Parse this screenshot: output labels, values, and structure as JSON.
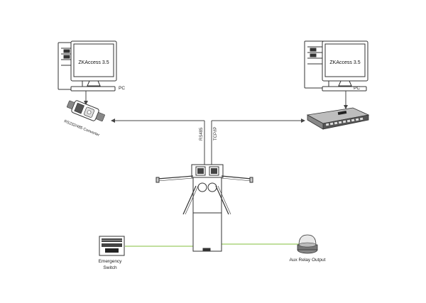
{
  "left_pc": {
    "screen_text": "ZKAccess 3.5",
    "label": "PC"
  },
  "right_pc": {
    "screen_text": "ZKAccess 3.5",
    "label": "PC"
  },
  "converter": {
    "label": "RS232/485 Converter"
  },
  "links": {
    "left_vertical": "RS485",
    "right_vertical": "TCP/IP"
  },
  "emergency": {
    "line1": "Emergency",
    "line2": "Switch"
  },
  "relay": {
    "label": "Aux Relay Output"
  },
  "colors": {
    "line": "#333333",
    "aux_line": "#9ccc65",
    "device_fill": "#ffffff",
    "dark": "#222222"
  }
}
